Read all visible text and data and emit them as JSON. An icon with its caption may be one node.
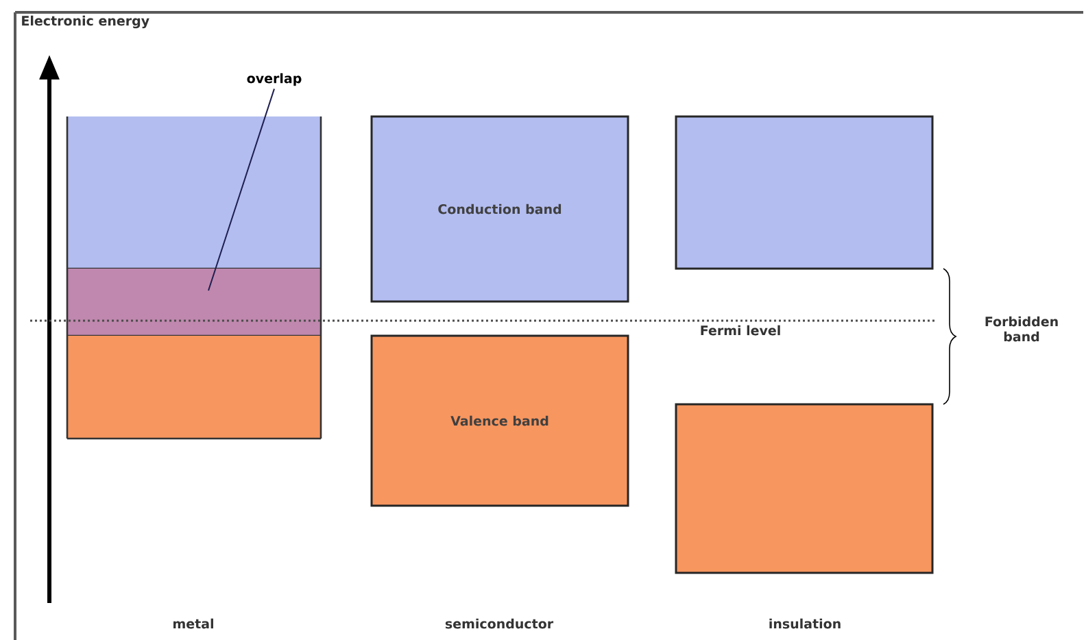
{
  "diagram": {
    "nodes": [
      {
        "text": [
          "overlap"
        ]
      },
      {
        "text": [],
        "shape": "box"
      },
      {
        "text": [],
        "shape": "box"
      },
      {
        "text": [],
        "shape": "box"
      },
      {
        "text": [
          "Conduction band"
        ]
      },
      {
        "text": [
          "Valence band"
        ]
      },
      {
        "text": [],
        "shape": "box"
      },
      {
        "text": [],
        "shape": "box"
      }
    ],
    "edges": [
      {
        "from": 0,
        "to": 2,
        "arrow": "none"
      }
    ],
    "labels": [
      "Electronic energy",
      "Fermi level",
      "Forbidden band",
      "metal",
      "semiconductor",
      "insulation"
    ]
  }
}
